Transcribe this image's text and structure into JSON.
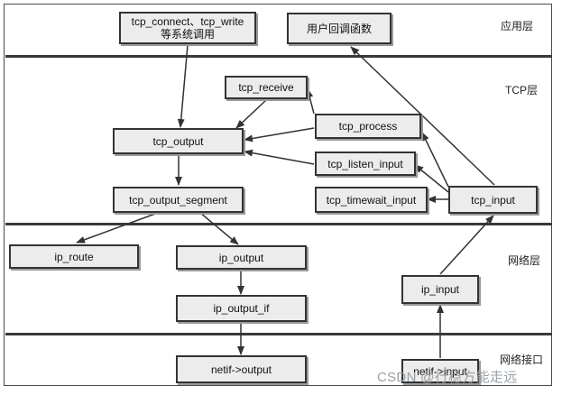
{
  "layers": {
    "app": "应用层",
    "tcp": "TCP层",
    "network": "网络层",
    "netif": "网络接口"
  },
  "nodes": {
    "tcp_connect": {
      "line1": "tcp_connect、tcp_write",
      "line2": "等系统调用"
    },
    "callback": "用户回调函数",
    "tcp_receive": "tcp_receive",
    "tcp_process": "tcp_process",
    "tcp_output": "tcp_output",
    "tcp_listen_input": "tcp_listen_input",
    "tcp_output_segment": "tcp_output_segment",
    "tcp_timewait_input": "tcp_timewait_input",
    "tcp_input": "tcp_input",
    "ip_route": "ip_route",
    "ip_output": "ip_output",
    "ip_input": "ip_input",
    "ip_output_if": "ip_output_if",
    "netif_output": "netif->output",
    "netif_input": "netif->input"
  },
  "watermark": "CSDN @行稳方能走远"
}
